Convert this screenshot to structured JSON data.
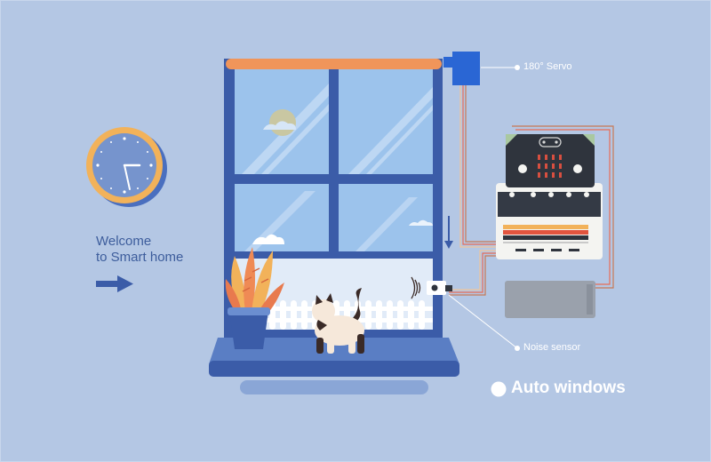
{
  "welcome": {
    "line1": "Welcome",
    "line2": "to Smart home"
  },
  "labels": {
    "servo": "180° Servo",
    "noise": "Noise sensor"
  },
  "status": {
    "auto_windows": "Auto windows"
  },
  "icons": [
    "clock-icon",
    "arrow-right-icon",
    "arrow-down-icon",
    "sound-wave-icon",
    "status-dot-icon"
  ],
  "colors": {
    "background": "#b4c7e4",
    "frame": "#3b5ca8",
    "glass": "#9cc3ec",
    "curtain_rod": "#f0955a",
    "servo": "#2a66d4",
    "clock_ring": "#f2b25a",
    "controller_board": "#343a45",
    "text_accent": "#3d5d9c"
  }
}
